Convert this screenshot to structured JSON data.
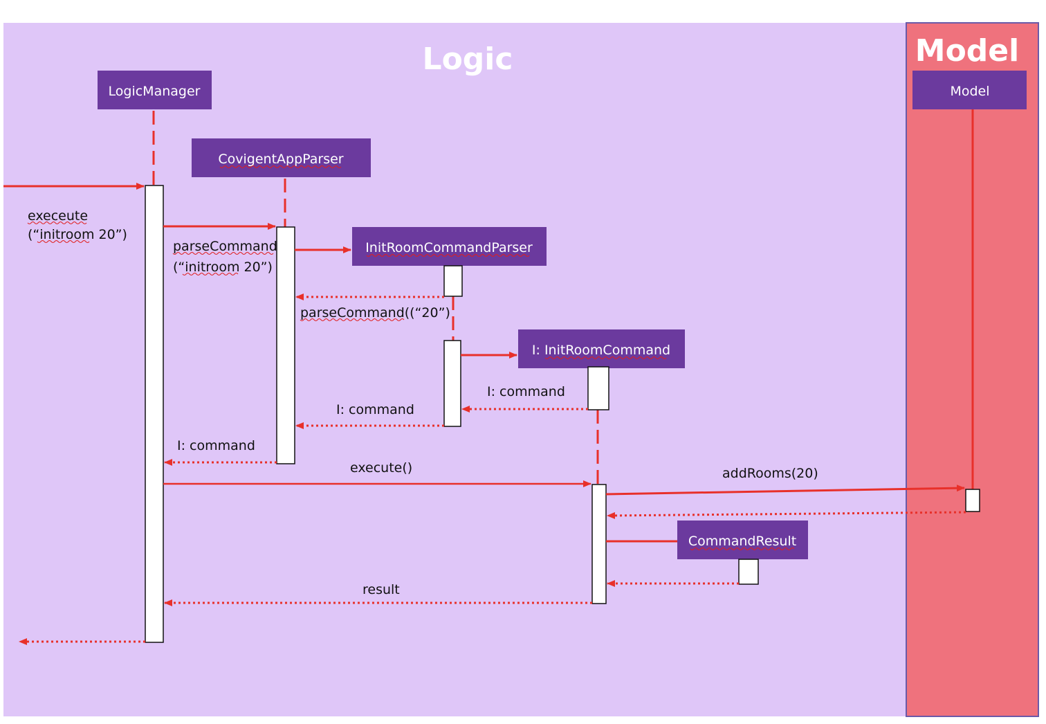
{
  "lanes": {
    "logic_title": "Logic",
    "model_title": "Model"
  },
  "participants": {
    "logic_manager": "LogicManager",
    "parser": "CovigentAppParser",
    "init_room_parser": "InitRoomCommandParser",
    "init_room_command": "I: InitRoomCommand",
    "command_result": "CommandResult",
    "model": "Model"
  },
  "messages": {
    "execute_line1": "execeute",
    "execute_line2": "(“initroom 20”)",
    "parse_line1": "parseCommand",
    "parse_line2": "(“initroom 20”)",
    "parse_inner": "parseCommand((“20”)",
    "return_command_irc": "I: command",
    "return_command_parser": "I: command",
    "return_command_lm": "I: command",
    "execute_call": "execute()",
    "add_rooms": "addRooms(20)",
    "result": "result"
  },
  "colors": {
    "logic_bg": "#dfc6f8",
    "model_bg": "#ef727d",
    "participant": "#6b3a9e",
    "arrow": "#e8302a",
    "activation_fill": "#ffffff"
  }
}
